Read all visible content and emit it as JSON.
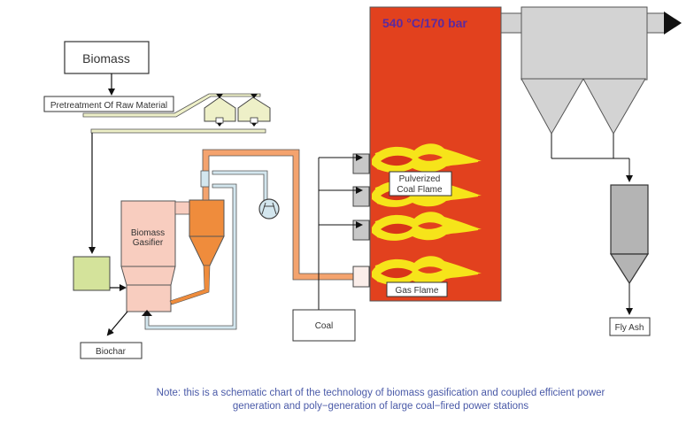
{
  "labels": {
    "biomass": "Biomass",
    "pretreatment": "Pretreatment Of Raw Material",
    "gasifier_line1": "Biomass",
    "gasifier_line2": "Gasifier",
    "biochar": "Biochar",
    "coal": "Coal",
    "pulverized_line1": "Pulverized",
    "pulverized_line2": "Coal Flame",
    "gas_flame": "Gas Flame",
    "boiler_conditions": "540 °C/170 bar",
    "fly_ash": "Fly Ash"
  },
  "note": {
    "line1": "Note: this is a schematic chart of the technology of biomass gasification and coupled efficient power",
    "line2": "generation and poly−generation of large coal−fired power stations"
  },
  "colors": {
    "boiler": "#e2411e",
    "flame": "#f6e41a",
    "gas_pipe": "#f4a36e",
    "cyclone": "#ef8c3c",
    "gasifier": "#f8cdbf",
    "feeder": "#d4e39b",
    "hopper": "#eef0c8",
    "air_pipe": "#d3e6ee",
    "gray": "#d3d3d3",
    "note_text": "#4a5aa8",
    "title_text": "#5b2aa0"
  }
}
